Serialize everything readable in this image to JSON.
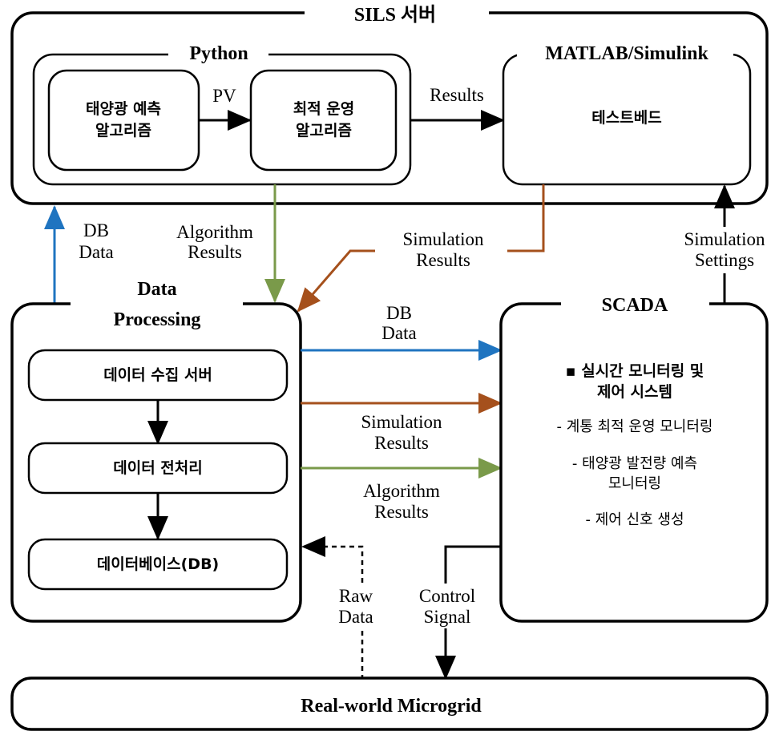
{
  "sils": {
    "title": "SILS 서버"
  },
  "python": {
    "title": "Python"
  },
  "solar_algo": {
    "line1": "태양광 예측",
    "line2": "알고리즘"
  },
  "pv_label": "PV",
  "opt_algo": {
    "line1": "최적 운영",
    "line2": "알고리즘"
  },
  "results_label": "Results",
  "matlab": {
    "title": "MATLAB/Simulink",
    "testbed": "테스트베드"
  },
  "db_data_up": {
    "line1": "DB",
    "line2": "Data"
  },
  "algo_results_down": {
    "line1": "Algorithm",
    "line2": "Results"
  },
  "sim_results_diag": {
    "line1": "Simulation",
    "line2": "Results"
  },
  "sim_settings": {
    "line1": "Simulation",
    "line2": "Settings"
  },
  "data_processing": {
    "title_line1": "Data",
    "title_line2": "Processing",
    "items": [
      "데이터 수집 서버",
      "데이터 전처리",
      "데이터베이스(DB)"
    ]
  },
  "scada": {
    "title": "SCADA",
    "bullet": "▪ 실시간 모니터링 및",
    "bullet_line2": "제어 시스템",
    "sub1": "- 계통 최적 운영 모니터링",
    "sub2_line1": "- 태양광 발전량 예측",
    "sub2_line2": "모니터링",
    "sub3": "- 제어 신호 생성"
  },
  "mid_db_data": {
    "line1": "DB",
    "line2": "Data"
  },
  "mid_sim_results": {
    "line1": "Simulation",
    "line2": "Results"
  },
  "mid_algo_results": {
    "line1": "Algorithm",
    "line2": "Results"
  },
  "raw_data": {
    "line1": "Raw",
    "line2": "Data"
  },
  "control_signal": {
    "line1": "Control",
    "line2": "Signal"
  },
  "microgrid": {
    "title": "Real-world Microgrid"
  },
  "colors": {
    "db": "#1f74c0",
    "sim": "#a5501c",
    "algo": "#7a9a4a",
    "line": "#000000"
  }
}
